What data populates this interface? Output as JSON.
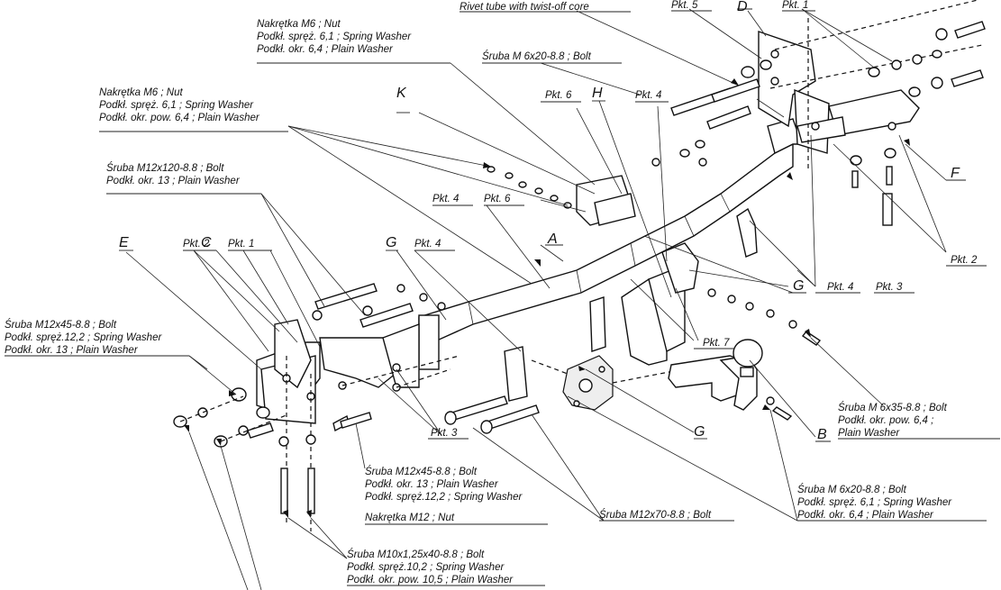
{
  "labels": {
    "rivet_tube": "Rivet tube with twist-off core",
    "nut_m6_top_1": "Nakrętka  M6 ; Nut",
    "nut_m6_top_2": "Podkł. spręż. 6,1 ; Spring Washer",
    "nut_m6_top_3": "Podkł. okr. 6,4 ; Plain Washer",
    "bolt_m6x20_top": "Śruba M 6x20-8.8 ;  Bolt",
    "nut_m6_left_1": "Nakrętka  M6 ; Nut",
    "nut_m6_left_2": "Podkł. spręż. 6,1 ; Spring Washer",
    "nut_m6_left_3": "Podkł. okr. pow. 6,4 ; Plain Washer",
    "bolt_m12x120_1": "Śruba M12x120-8.8 ;  Bolt",
    "bolt_m12x120_2": "Podkł. okr. 13 ; Plain Washer",
    "bolt_m12x45_left_1": "Śruba M12x45-8.8 ;  Bolt",
    "bolt_m12x45_left_2": "Podkł. spręż.12,2 ; Spring Washer",
    "bolt_m12x45_left_3": "Podkł. okr. 13 ; Plain Washer",
    "bolt_m12x45_mid_1": "Śruba M12x45-8.8 ;  Bolt",
    "bolt_m12x45_mid_2": "Podkł. okr. 13 ; Plain Washer",
    "bolt_m12x45_mid_3": "Podkł. spręż.12,2 ; Spring Washer",
    "bolt_m12x45_mid_4": "Nakrętka  M12 ; Nut",
    "bolt_m10_1": "Śruba M10x1,25x40-8.8 ;  Bolt",
    "bolt_m10_2": "Podkł. spręż.10,2 ; Spring Washer",
    "bolt_m10_3": "Podkł. okr. pow. 10,5 ; Plain Washer",
    "bolt_m12x70": "Śruba M12x70-8.8 ;  Bolt",
    "bolt_m6x20_bot_1": "Śruba M 6x20-8.8 ;  Bolt",
    "bolt_m6x20_bot_2": "Podkł. spręż. 6,1 ; Spring Washer",
    "bolt_m6x20_bot_3": "Podkł. okr. 6,4 ; Plain Washer",
    "bolt_m6x35_1": "Śruba M 6x35-8.8 ;  Bolt",
    "bolt_m6x35_2": "Podkł. okr. pow. 6,4 ;",
    "bolt_m6x35_3": "Plain Washer"
  },
  "points": {
    "pkt5": "Pkt. 5",
    "pkt1_top": "Pkt. 1",
    "pkt6_a": "Pkt. 6",
    "pkt4_a": "Pkt. 4",
    "pkt4_b": "Pkt. 4",
    "pkt6_b": "Pkt. 6",
    "pkt4_c": "Pkt. 4",
    "pkt2_left": "Pkt. 2",
    "pkt1_left": "Pkt. 1",
    "pkt2_right": "Pkt. 2",
    "pkt4_right": "Pkt. 4",
    "pkt3_right": "Pkt. 3",
    "pkt7": "Pkt. 7",
    "pkt3_left": "Pkt. 3"
  },
  "letters": {
    "D": "D",
    "K": "K",
    "H": "H",
    "A": "A",
    "E": "E",
    "C": "C",
    "G1": "G",
    "G2": "G",
    "G3": "G",
    "F": "F",
    "B": "B"
  }
}
